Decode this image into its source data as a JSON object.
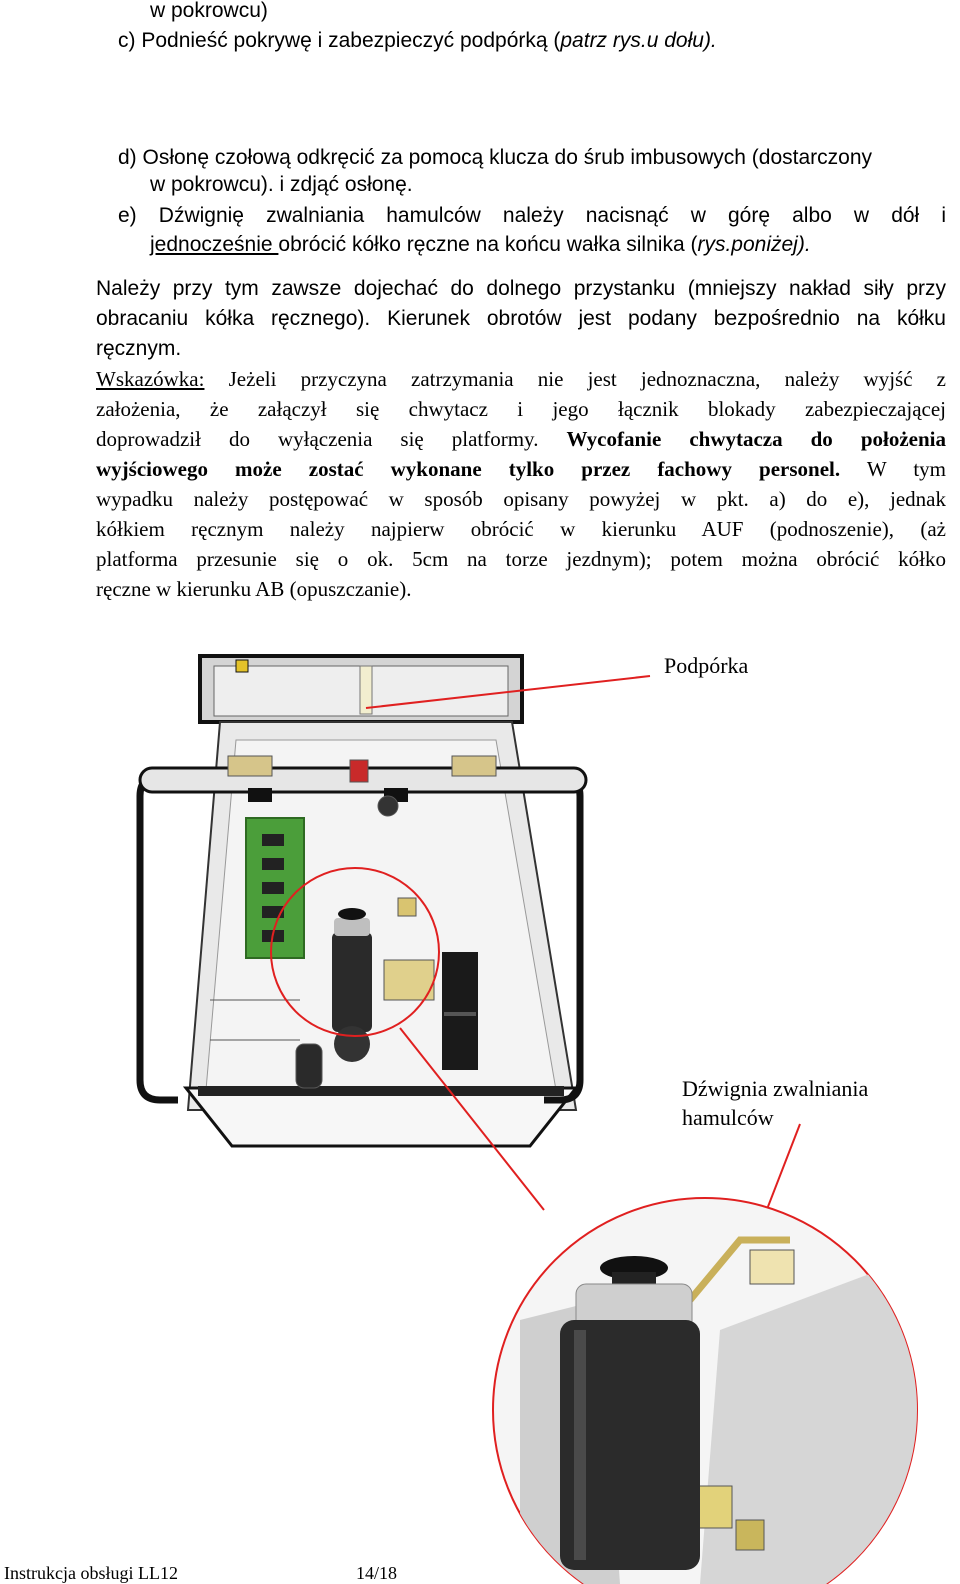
{
  "text": {
    "l1": "w pokrowcu)",
    "l2_a": "c) Podnieść pokrywę i zabezpieczyć podpórką (",
    "l2_b": "patrz rys.u dołu).",
    "l3": "d) Osłonę czołową odkręcić za pomocą klucza do śrub imbusowych (dostarczony",
    "l4": "w pokrowcu). i zdjąć osłonę.",
    "l5": "e) Dźwignię zwalniania hamulców należy nacisnąć w górę albo w dół i",
    "l6_u": "jednocześnie ",
    "l6_b": "obrócić kółko ręczne na końcu wałka silnika (",
    "l6_c": "rys.poniżej).",
    "p1_l1": "Należy przy tym zawsze dojechać do dolnego przystanku (mniejszy nakład siły przy",
    "p1_l2": "obracaniu kółka ręcznego). Kierunek obrotów jest podany bezpośrednio na kółku",
    "p1_l3": "ręcznym.",
    "p2_l1_u": "Wskazówka:",
    "p2_l1_b": " Jeżeli przyczyna zatrzymania nie jest jednoznaczna, należy wyjść z",
    "p2_l2": "założenia, że załączył się chwytacz i jego łącznik blokady zabezpieczającej",
    "p2_l3_a": "doprowadził do wyłączenia się platformy. ",
    "p2_l3_b": "Wycofanie chwytacza do położenia",
    "p2_l4_a": "wyjściowego może zostać wykonane tylko przez fachowy personel.",
    "p2_l4_b": " W tym",
    "p2_l5": "wypadku należy postępować w sposób opisany powyżej w pkt. a) do e), jednak",
    "p2_l6": "kółkiem ręcznym należy najpierw obrócić w kierunku AUF (podnoszenie), (aż",
    "p2_l7": "platforma przesunie się o ok. 5cm na torze jezdnym); potem można obrócić kółko",
    "p2_l8": "ręczne w kierunku AB (opuszczanie)."
  },
  "figure": {
    "label_support": "Podpórka",
    "label_brake_1": "Dźwignia zwalniania",
    "label_brake_2": "hamulców",
    "callout_color": "#e02020"
  },
  "footer": {
    "title": "Instrukcja obsługi LL12",
    "page": "14/18"
  }
}
